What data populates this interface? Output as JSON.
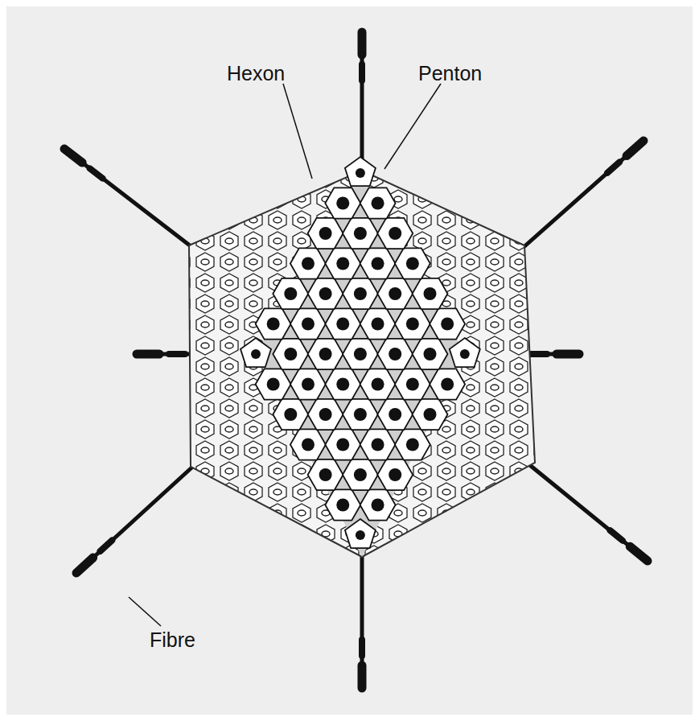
{
  "diagram": {
    "labels": [
      "Hexon",
      "Penton",
      "Fibre"
    ]
  }
}
